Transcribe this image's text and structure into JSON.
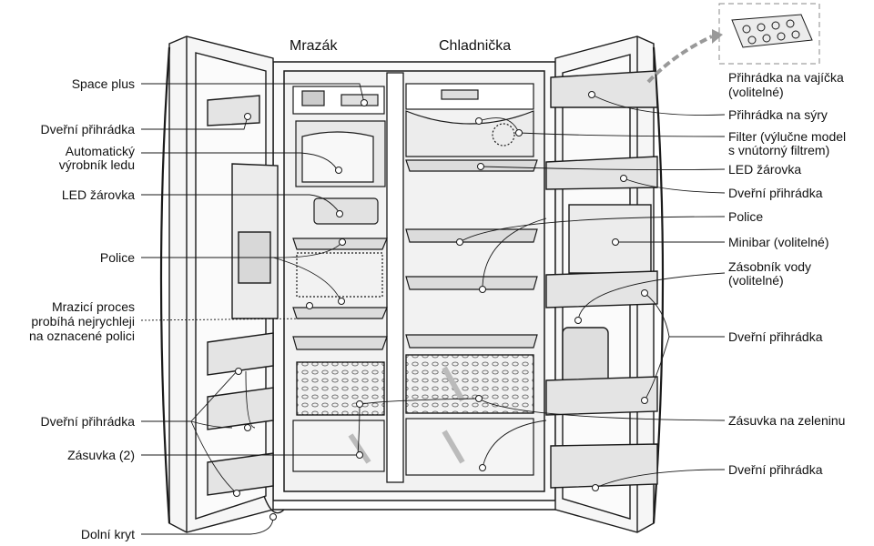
{
  "headers": {
    "freezer": "Mrazák",
    "fridge": "Chladnička"
  },
  "left_labels": {
    "space_plus": "Space plus",
    "door_bin_top": "Dveřní přihrádka",
    "ice_maker_1": "Automatický",
    "ice_maker_2": "výrobník ledu",
    "led_lamp": "LED žárovka",
    "shelf": "Police",
    "freeze_1": "Mrazicí proces",
    "freeze_2": "probíhá nejrychleji",
    "freeze_3": "na oznacené polici",
    "door_bin_lower": "Dveřní přihrádka",
    "drawer": "Zásuvka (2)",
    "lower_cover": "Dolní kryt"
  },
  "right_labels": {
    "egg_tray_1": "Přihrádka na vajíčka",
    "egg_tray_2": "(volitelné)",
    "cheese": "Přihrádka na sýry",
    "filter_1": "Filter (výlučne model",
    "filter_2": "s vnútorný filtrem)",
    "led_lamp": "LED žárovka",
    "door_bin_1": "Dveřní přihrádka",
    "shelf": "Police",
    "minibar": "Minibar (volitelné)",
    "water_tank_1": "Zásobník vody",
    "water_tank_2": "(volitelné)",
    "door_bin_2": "Dveřní přihrádka",
    "crisper": "Zásuvka na zeleninu",
    "door_bin_3": "Dveřní přihrádka"
  },
  "colors": {
    "line": "#1a1a1a",
    "panel": "#f4f4f4",
    "frame": "#2b2b2b"
  }
}
